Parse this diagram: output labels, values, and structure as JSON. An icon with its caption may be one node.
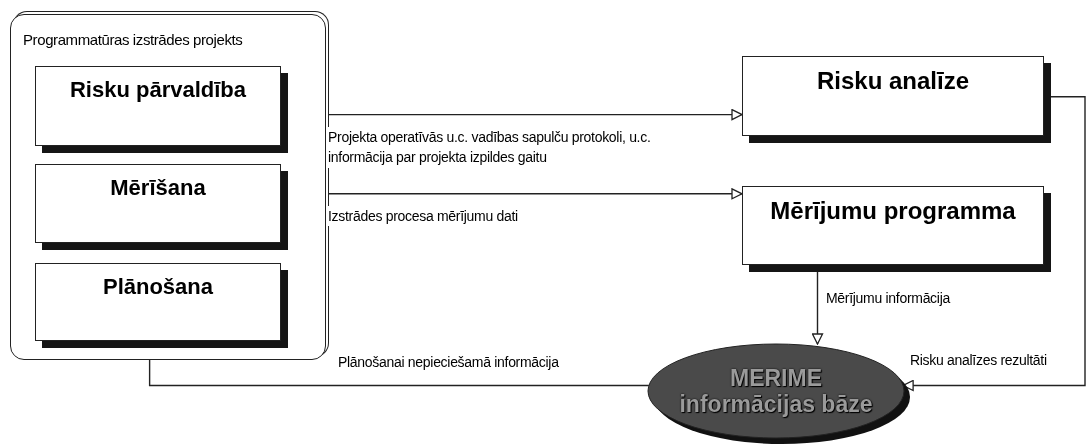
{
  "diagram": {
    "nodes": [
      {
        "text": [
          "Programmatūras izstrādes projekts"
        ]
      },
      {
        "text": [
          "Risku pārvaldība"
        ],
        "in": 0
      },
      {
        "text": [
          "Mērīšana"
        ],
        "in": 0
      },
      {
        "text": [
          "Plānošana"
        ],
        "in": 0
      },
      {
        "text": [
          "Risku analīze"
        ]
      },
      {
        "text": [
          "Mērījumu programma"
        ]
      },
      {
        "text": [
          "MERIME informācijas bāze"
        ]
      }
    ],
    "edges": [
      {
        "from": 1,
        "to": 4,
        "arrow": "to",
        "label": "Projekta operatīvās u.c. vadības sapulču protokoli, u.c. informācija par projekta izpildes gaitu"
      },
      {
        "from": 2,
        "to": 5,
        "arrow": "to",
        "label": "Izstrādes procesa mērījumu dati"
      },
      {
        "from": 5,
        "to": 6,
        "arrow": "to",
        "label": "Mērījumu informācija"
      },
      {
        "from": 4,
        "to": 6,
        "arrow": "to",
        "label": "Risku analīzes rezultāti"
      },
      {
        "from": 6,
        "to": 3,
        "arrow": "to",
        "label": "Plānošanai nepieciešamā informācija"
      }
    ]
  }
}
